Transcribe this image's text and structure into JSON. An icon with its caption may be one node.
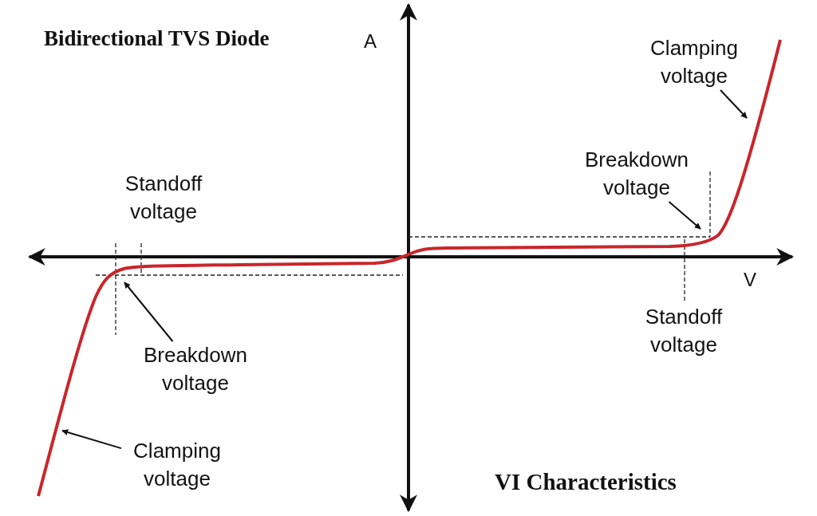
{
  "diagram": {
    "title": "Bidirectional TVS Diode",
    "caption": "VI Characteristics",
    "nodes": [
      {
        "text": [
          "Clamping voltage"
        ]
      },
      {
        "text": [
          "Breakdown voltage"
        ]
      },
      {
        "text": [
          "Breakdown voltage"
        ]
      },
      {
        "text": [
          "Clamping voltage"
        ]
      }
    ],
    "edges": [
      {
        "from": 0,
        "to": null,
        "arrow": "to"
      },
      {
        "from": 1,
        "to": null,
        "arrow": "to"
      },
      {
        "from": 2,
        "to": null,
        "arrow": "to"
      },
      {
        "from": 3,
        "to": null,
        "arrow": "to"
      }
    ],
    "labels": [
      "A",
      "Standoff voltage",
      "V",
      "Standoff voltage"
    ]
  }
}
